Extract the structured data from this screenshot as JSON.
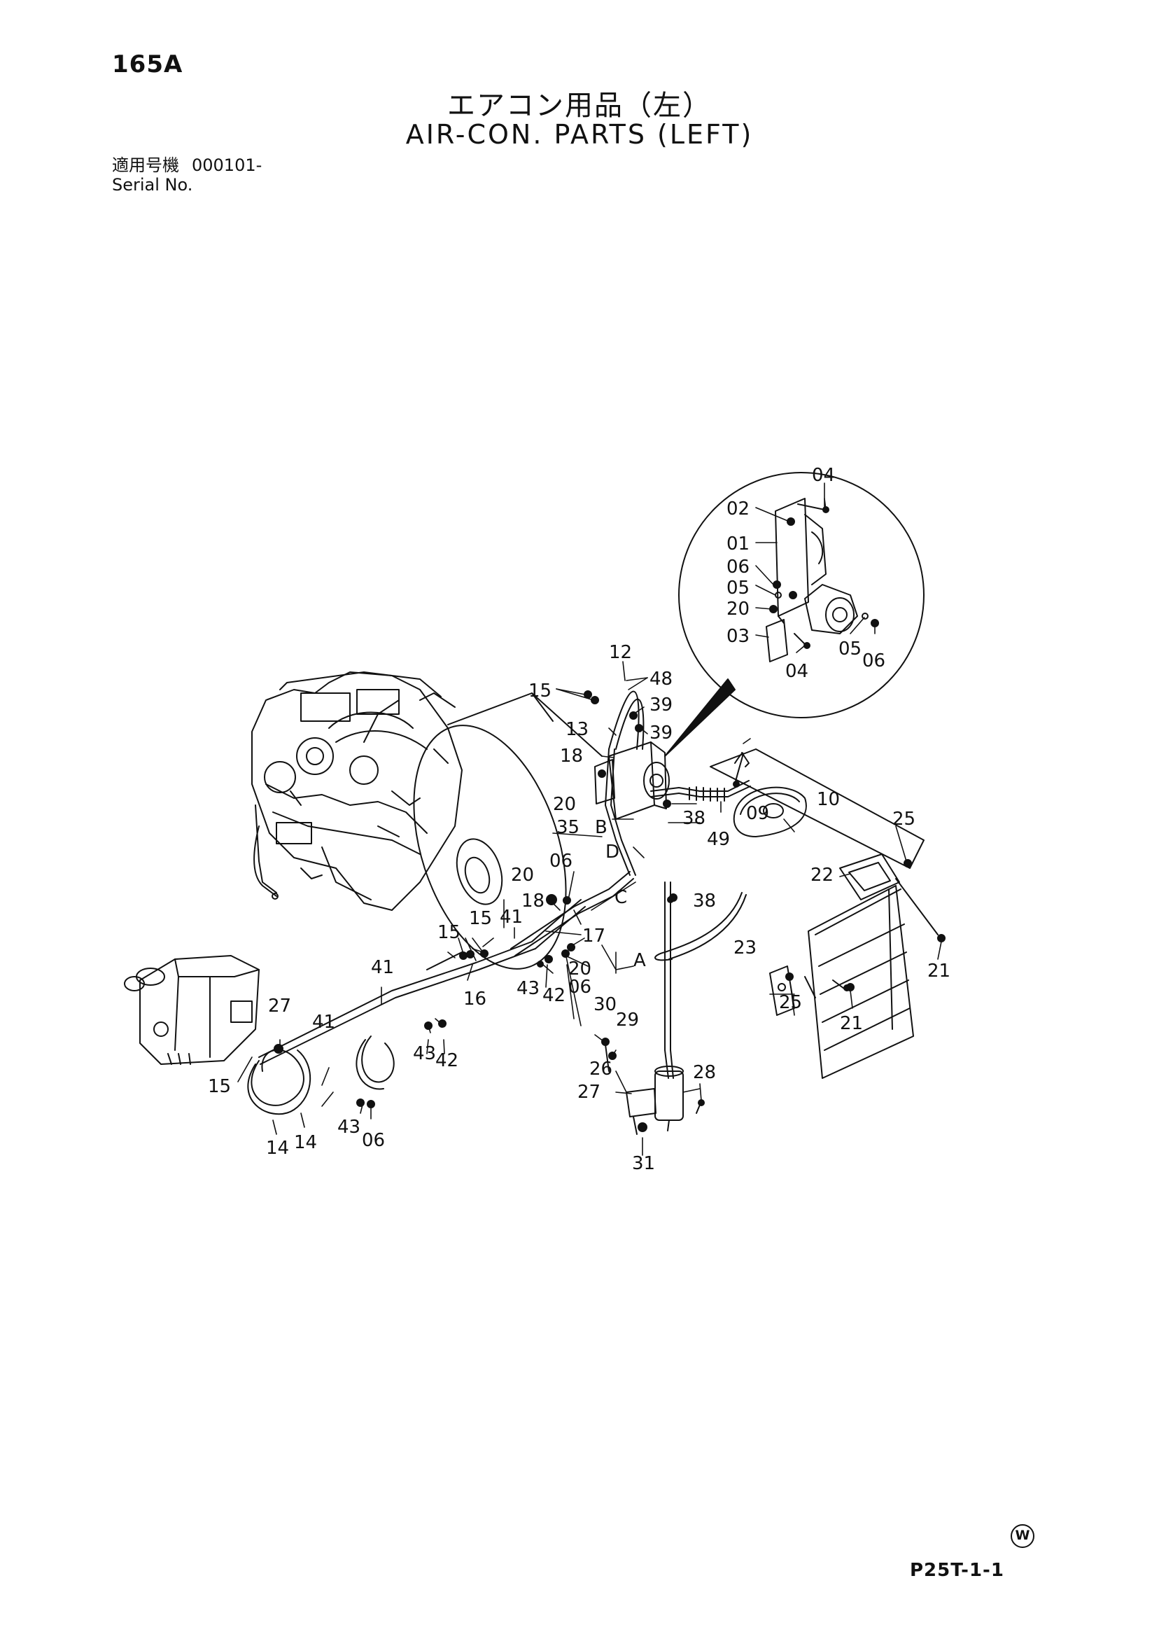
{
  "header": {
    "page_number": "165A",
    "title_ja": "エアコン用品（左）",
    "title_en": "AIR-CON. PARTS (LEFT)",
    "serial_label_ja": "適用号機",
    "serial_value": "000101-",
    "serial_label_en": "Serial No."
  },
  "callouts": [
    "01",
    "02",
    "03",
    "04",
    "04",
    "05",
    "05",
    "06",
    "06",
    "06",
    "06",
    "06",
    "09",
    "10",
    "12",
    "13",
    "14",
    "14",
    "15",
    "15",
    "15",
    "15",
    "16",
    "17",
    "18",
    "18",
    "20",
    "20",
    "20",
    "20",
    "21",
    "21",
    "22",
    "23",
    "25",
    "25",
    "26",
    "27",
    "27",
    "28",
    "29",
    "30",
    "31",
    "35",
    "38",
    "38",
    "39",
    "39",
    "41",
    "41",
    "41",
    "42",
    "42",
    "43",
    "43",
    "43",
    "48",
    "49",
    "A",
    "B",
    "C",
    "D"
  ],
  "footer": {
    "mark": "W",
    "doc_code": "P25T-1-1"
  }
}
